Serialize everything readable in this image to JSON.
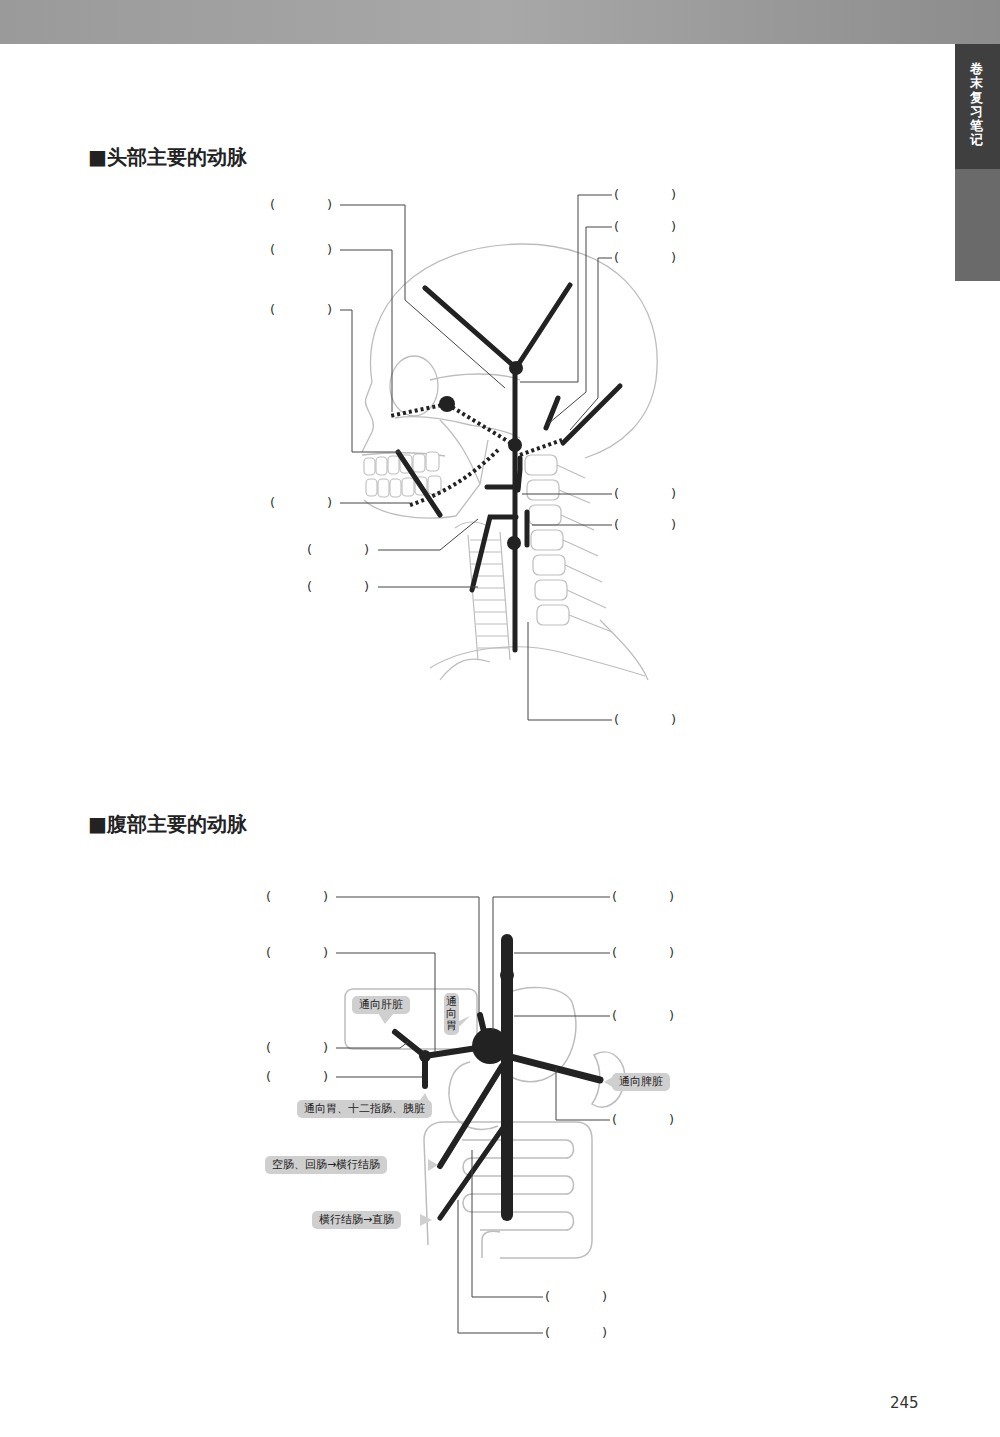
{
  "diagram": {
    "nodes": [
      {
        "text": [
          "通向肝脏"
        ]
      },
      {
        "text": [
          "通向胃"
        ]
      },
      {
        "text": [
          "通向胃、十二指肠、胰脏"
        ]
      },
      {
        "text": [
          "通向脾脏"
        ]
      },
      {
        "text": [
          "空肠、回肠→横行结肠"
        ]
      },
      {
        "text": [
          "横行结肠→直肠"
        ]
      }
    ],
    "labels": [
      "卷末复习笔记",
      "■头部主要的动脉",
      "(　　　　)",
      "(　　　　)",
      "(　　　　)",
      "(　　　　)",
      "(　　　　)",
      "(　　　　)",
      "(　　　　)",
      "(　　　　)",
      "(　　　　)",
      "(　　　　)",
      "(　　　　)",
      "(　　　　)",
      "■腹部主要的动脉",
      "(　　　　)",
      "(　　　　)",
      "(　　　　)",
      "(　　　　)",
      "(　　　　)",
      "(　　　　)",
      "(　　　　)",
      "(　　　　)",
      "(　　　　)",
      "(　　　　)",
      "245"
    ]
  }
}
